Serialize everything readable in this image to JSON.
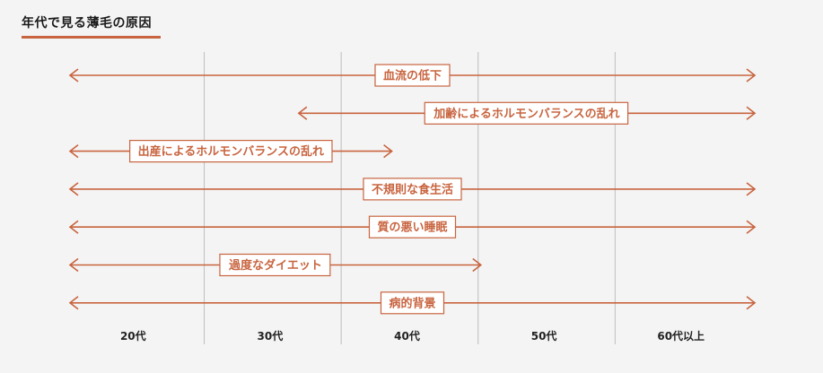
{
  "title": "年代で見る薄毛の原因",
  "colors": {
    "accent": "#c8643f",
    "grid": "#bdbdbd",
    "background": "#f4f4f4",
    "label_background": "#ffffff"
  },
  "age_groups": [
    "20代",
    "30代",
    "40代",
    "50代",
    "60代以上"
  ],
  "causes": [
    {
      "label": "血流の低下",
      "start": 0,
      "end": 5
    },
    {
      "label": "加齢によるホルモンバランスの乱れ",
      "start": 1.67,
      "end": 5
    },
    {
      "label": "出産によるホルモンバランスの乱れ",
      "start": 0,
      "end": 2.35
    },
    {
      "label": "不規則な食生活",
      "start": 0,
      "end": 5
    },
    {
      "label": "質の悪い睡眠",
      "start": 0,
      "end": 5
    },
    {
      "label": "過度なダイエット",
      "start": 0,
      "end": 3
    },
    {
      "label": "病的背景",
      "start": 0,
      "end": 5
    }
  ]
}
